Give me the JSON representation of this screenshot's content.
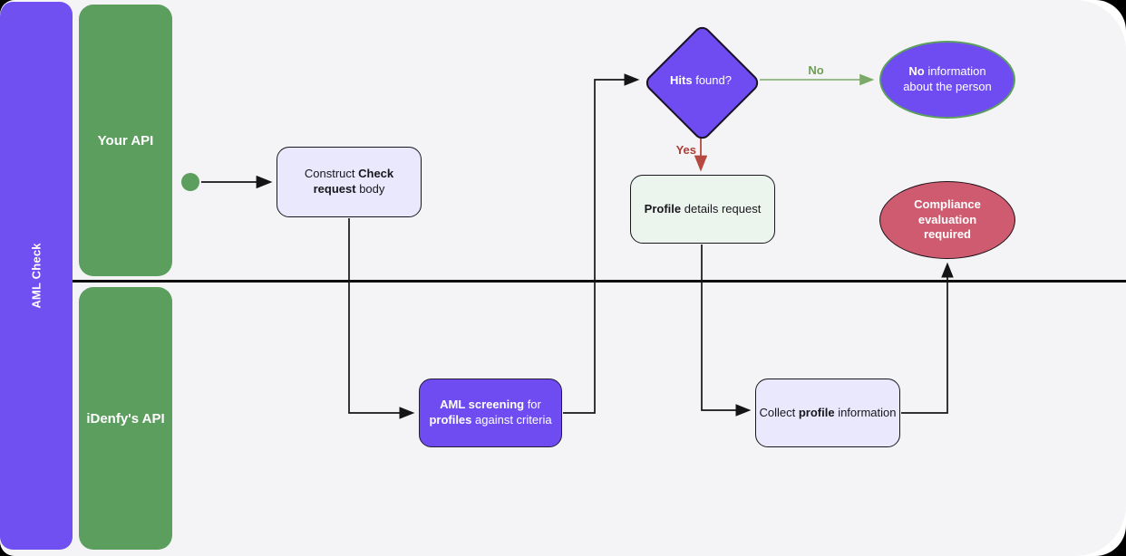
{
  "pool": {
    "title": "AML Check",
    "lanes": [
      {
        "label": "Your API"
      },
      {
        "label": "iDenfy's API"
      }
    ]
  },
  "nodes": {
    "construct_check": {
      "shape": "rounded-rect",
      "segments": [
        {
          "text": "Construct ",
          "bold": false
        },
        {
          "text": "Check request",
          "bold": true
        },
        {
          "text": " body",
          "bold": false
        }
      ]
    },
    "aml_screening": {
      "shape": "rounded-rect",
      "segments": [
        {
          "text": "AML screening",
          "bold": true
        },
        {
          "text": " for ",
          "bold": false
        },
        {
          "text": "profiles",
          "bold": true
        },
        {
          "text": " against criteria",
          "bold": false
        }
      ]
    },
    "hits_found": {
      "shape": "decision-diamond",
      "segments": [
        {
          "text": "Hits",
          "bold": true
        },
        {
          "text": " found?",
          "bold": false
        }
      ]
    },
    "no_information": {
      "shape": "ellipse",
      "segments": [
        {
          "text": "No",
          "bold": true
        },
        {
          "text": " information about the person",
          "bold": false
        }
      ]
    },
    "profile_details": {
      "shape": "rounded-rect",
      "segments": [
        {
          "text": "Profile",
          "bold": true
        },
        {
          "text": " details request",
          "bold": false
        }
      ]
    },
    "collect_profile": {
      "shape": "rounded-rect",
      "segments": [
        {
          "text": "Collect ",
          "bold": false
        },
        {
          "text": "profile",
          "bold": true
        },
        {
          "text": " information",
          "bold": false
        }
      ]
    },
    "compliance_evaluation": {
      "shape": "ellipse",
      "segments": [
        {
          "text": "Compliance evaluation required",
          "bold": true
        }
      ]
    }
  },
  "edges": {
    "no_label": "No",
    "yes_label": "Yes"
  },
  "colors": {
    "purple": "#6F4CF2",
    "lane_green": "#5B9E5E",
    "lavender_fill": "#E9E8FC",
    "light_green_fill": "#ECF5ED",
    "red_fill": "#CE5B70",
    "edge_green": "#6F9E54",
    "edge_red": "#A93E38",
    "canvas_bg": "#F4F4F6",
    "line_black": "#141414"
  }
}
